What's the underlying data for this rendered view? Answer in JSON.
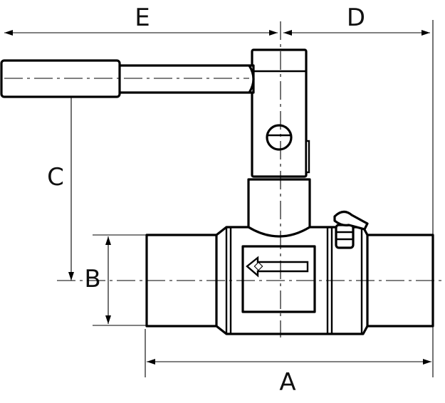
{
  "diagram": {
    "dimension_labels": {
      "a": "A",
      "b": "B",
      "c": "C",
      "d": "D",
      "e": "E"
    },
    "colors": {
      "line": "#000000",
      "background": "#ffffff"
    }
  }
}
